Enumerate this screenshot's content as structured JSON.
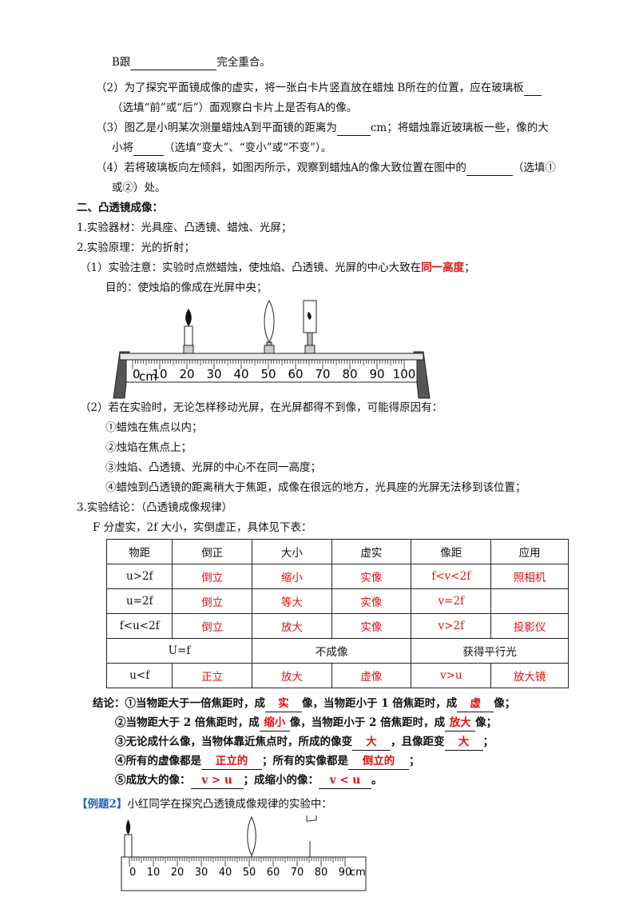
{
  "top": {
    "line1_a": "B跟",
    "line1_b": "完全重合。",
    "q2_line1": "（2）为了探究平面镜成像的虚实，将一张白卡片竖直放在蜡烛 B所在的位置，应在玻璃板",
    "q2_line2": "（选填“前”或“后”）面观察白卡片上是否有A的像。",
    "q3_line1_a": "（3）图乙是小明某次测量蜡烛A到平面镜的距离为",
    "q3_line1_b": "cm；将蜡烛靠近玻璃板一些，像的大",
    "q3_line2_a": "小将",
    "q3_line2_b": "（选填“变大”、“变小”或“不变”）。",
    "q4_line1_a": "（4）若将玻璃板向左倾斜，如图丙所示，观察到蜡烛A的像大致位置在图中的",
    "q4_line1_b": "（选填①",
    "q4_line2": "或②）处。"
  },
  "section2": {
    "heading": "二、凸透镜成像：",
    "item1": "1.实验器材：光具座、凸透镜、蜡烛、光屏；",
    "item2": "2.实验原理：光的折射；",
    "note1_a": "（1）实验注意：实验时点燃蜡烛，使烛焰、凸透镜、光屏的中心大致在",
    "note1_b": "同一高度",
    "note1_c": "；",
    "purpose": "目的：使烛焰的像成在光屏中央；",
    "note2": "（2）若在实验时，无论怎样移动光屏，在光屏都得不到像，可能得原因有：",
    "reasons": [
      "①蜡烛在焦点以内；",
      "②烛焰在焦点上；",
      "③烛焰、凸透镜、光屏的中心不在同一高度；",
      "④蜡烛到凸透镜的距离稍大于焦距，成像在很远的地方，光具座的光屏无法移到该位置；"
    ],
    "item3": "3.实验结论：（凸透镜成像规律）",
    "intro": "F 分虚实，2f 大小，实倒虚正，具体见下表："
  },
  "bench1": {
    "ticks": [
      "0",
      "10",
      "20",
      "30",
      "40",
      "50",
      "60",
      "70",
      "80",
      "90",
      "100"
    ],
    "unit": "cm"
  },
  "table": {
    "headers": [
      "物距",
      "倒正",
      "大小",
      "虚实",
      "像距",
      "应用"
    ],
    "rows": [
      [
        "u>2f",
        "倒立",
        "缩小",
        "实像",
        "f<v<2f",
        "照相机"
      ],
      [
        "u=2f",
        "倒立",
        "等大",
        "实像",
        "v=2f",
        ""
      ],
      [
        "f<u<2f",
        "倒立",
        "放大",
        "实像",
        "v>2f",
        "投影仪"
      ]
    ],
    "special": [
      "U=f",
      "不成像",
      "获得平行光"
    ],
    "last": [
      "u<f",
      "正立",
      "放大",
      "虚像",
      "v>u",
      "放大镜"
    ]
  },
  "conclusion": {
    "c1_a": "结论：①当物距大于一倍焦距时，成",
    "c1_ans1": "实",
    "c1_b": "像，当物距小于 1 倍焦距时，成",
    "c1_ans2": "虚",
    "c1_c": "像；",
    "c2_a": "②当物距大于 2 倍焦距时，成",
    "c2_ans1": "缩小",
    "c2_b": "像，当物距小于 2 倍焦距时，成",
    "c2_ans2": "放大",
    "c2_c": "像；",
    "c3_a": "③无论成什么像，当物体靠近焦点时，所成的像变",
    "c3_ans1": "大",
    "c3_b": "，且像距变",
    "c3_ans2": "大",
    "c3_c": "；",
    "c4_a": "④所有的虚像都是",
    "c4_ans1": "正立的",
    "c4_b": "；所有的实像都是",
    "c4_ans2": "倒立的",
    "c4_c": "；",
    "c5_a": "⑤成放大的像：",
    "c5_ans1": "v > u",
    "c5_b": "；成缩小的像：",
    "c5_ans2": "v < u",
    "c5_c": "。"
  },
  "example": {
    "tag": "【例题2】",
    "text": "小红同学在探究凸透镜成像规律的实验中："
  },
  "bench2": {
    "ticks": [
      "0",
      "10",
      "20",
      "30",
      "40",
      "50",
      "60",
      "70",
      "80",
      "90"
    ],
    "unit": "cm"
  }
}
